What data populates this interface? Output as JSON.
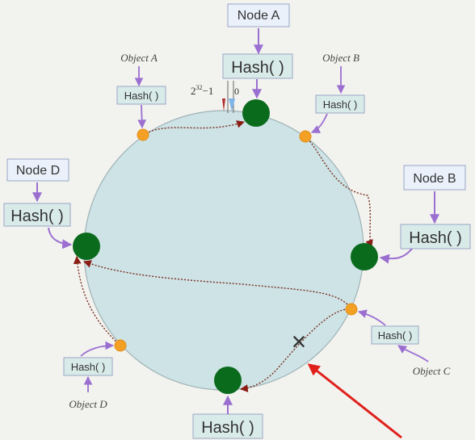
{
  "nodes": {
    "a": {
      "name": "Node A",
      "hash": "Hash( )"
    },
    "b": {
      "name": "Node B",
      "hash": "Hash( )"
    },
    "c": {
      "hash": "Hash( )"
    },
    "d": {
      "name": "Node D",
      "hash": "Hash( )"
    }
  },
  "objects": {
    "a": {
      "name": "Object A",
      "hash": "Hash( )"
    },
    "b": {
      "name": "Object B",
      "hash": "Hash( )"
    },
    "c": {
      "name": "Object C",
      "hash": "Hash( )"
    },
    "d": {
      "name": "Object D",
      "hash": "Hash( )"
    }
  },
  "ring": {
    "max_label_base": "2",
    "max_label_exp": "32",
    "max_label_suffix": "−1",
    "zero_label": "0"
  },
  "removed_marker": "×",
  "colors": {
    "ring_fill": "#cde3e6",
    "node": "#0b6b1d",
    "object_point": "#f4a024",
    "box_fill": "#d9ebe9",
    "box_fill_plain": "#eaf1fb",
    "box_border": "#9aa7c4",
    "purple_arrow": "#9b6fd0",
    "dotted_path": "#7a2f1f",
    "red_arrow": "#e0201a"
  }
}
